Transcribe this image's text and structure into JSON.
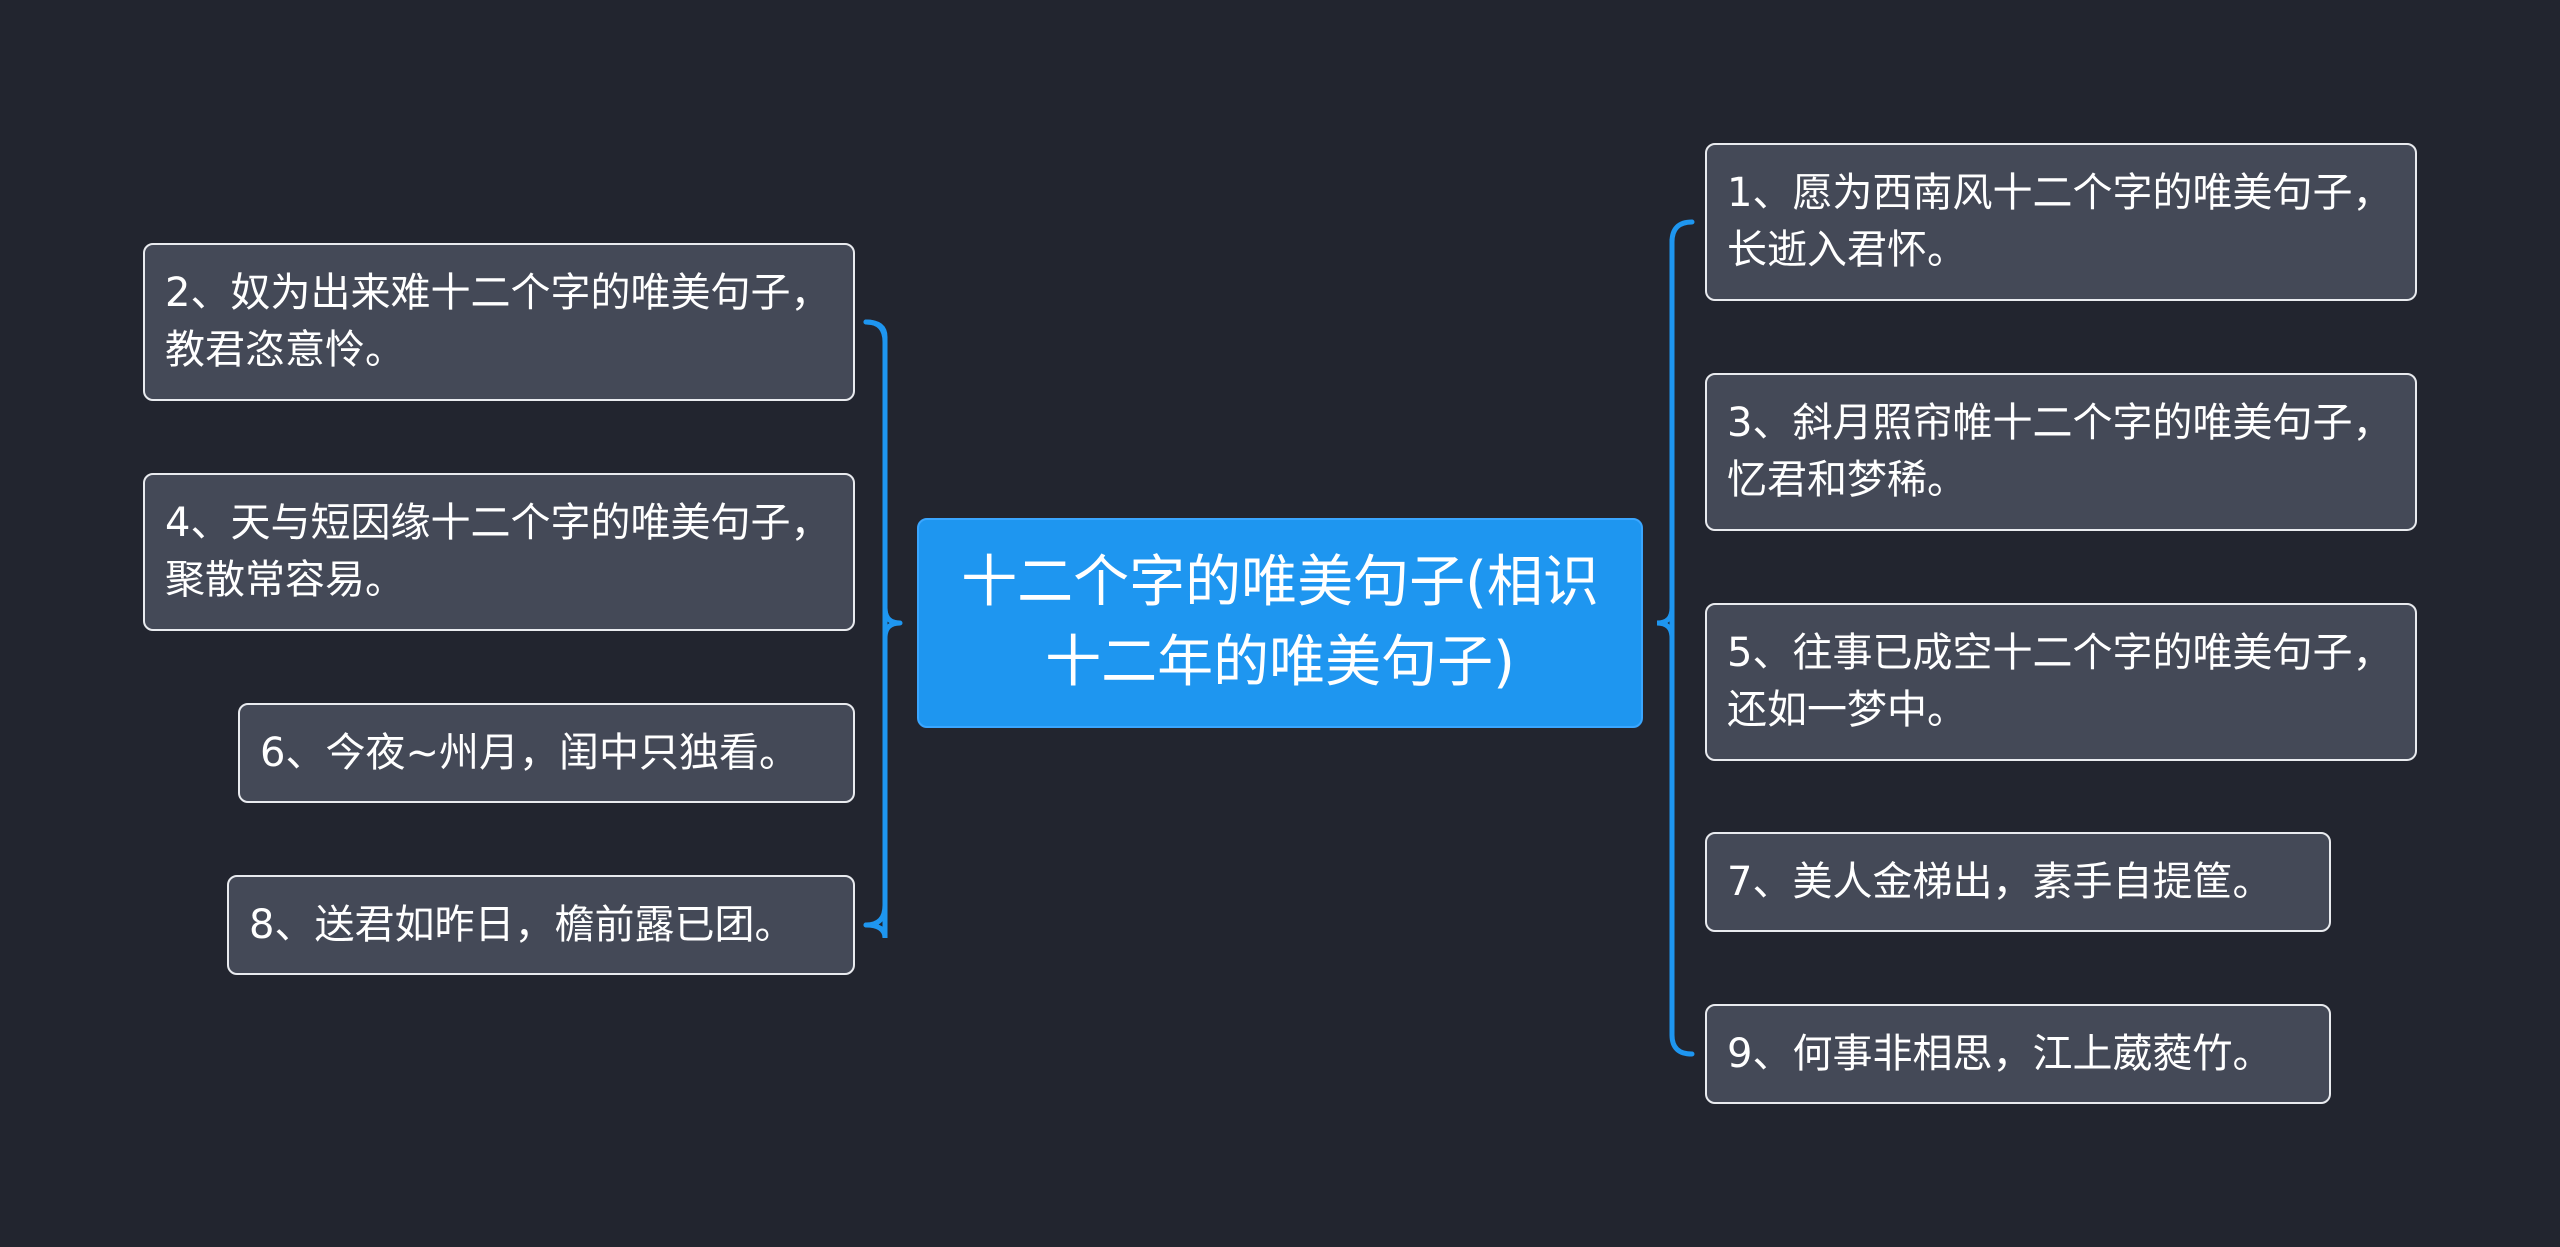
{
  "colors": {
    "background": "#22252f",
    "center_fill": "#1e96f0",
    "node_fill": "#444957",
    "node_border": "#e9ebef",
    "connector": "#1e96f0"
  },
  "center": {
    "label": "十二个字的唯美句子(相识十二年的唯美句子)"
  },
  "left_nodes": [
    {
      "label": "2、奴为出来难十二个字的唯美句子，教君恣意怜。"
    },
    {
      "label": "4、天与短因缘十二个字的唯美句子，聚散常容易。"
    },
    {
      "label": "6、今夜~州月，闺中只独看。"
    },
    {
      "label": "8、送君如昨日，檐前露已团。"
    }
  ],
  "right_nodes": [
    {
      "label": "1、愿为西南风十二个字的唯美句子，长逝入君怀。"
    },
    {
      "label": "3、斜月照帘帷十二个字的唯美句子，忆君和梦稀。"
    },
    {
      "label": "5、往事已成空十二个字的唯美句子，还如一梦中。"
    },
    {
      "label": "7、美人金梯出，素手自提筐。"
    },
    {
      "label": "9、何事非相思，江上葳蕤竹。"
    }
  ]
}
